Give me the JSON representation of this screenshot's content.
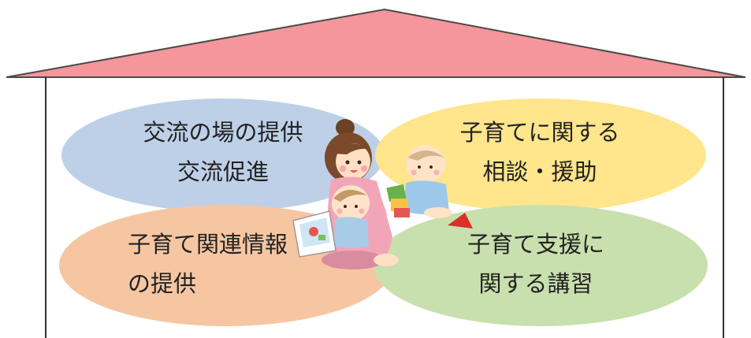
{
  "colors": {
    "roof_fill": "#f5969a",
    "roof_stroke": "#4a4a4a",
    "wall_stroke": "#333333",
    "exchange_oval": "#bdd0e8",
    "consult_oval": "#ffe58c",
    "info_oval": "#f6c6a2",
    "lecture_oval": "#c8e0ad"
  },
  "services": {
    "exchange": {
      "line1": "交流の場の提供",
      "line2": "交流促進"
    },
    "consult": {
      "line1": "子育てに関する",
      "line2": "相談・援助"
    },
    "info": {
      "line1": "子育て関連情報",
      "line2": "の提供"
    },
    "lecture": {
      "line1": "子育て支援に",
      "line2": "関する講習"
    }
  },
  "illustration": {
    "icons": [
      "mother-icon",
      "baby-reading-icon",
      "baby-sitting-icon",
      "picture-book-icon",
      "toy-blocks-icon"
    ]
  }
}
